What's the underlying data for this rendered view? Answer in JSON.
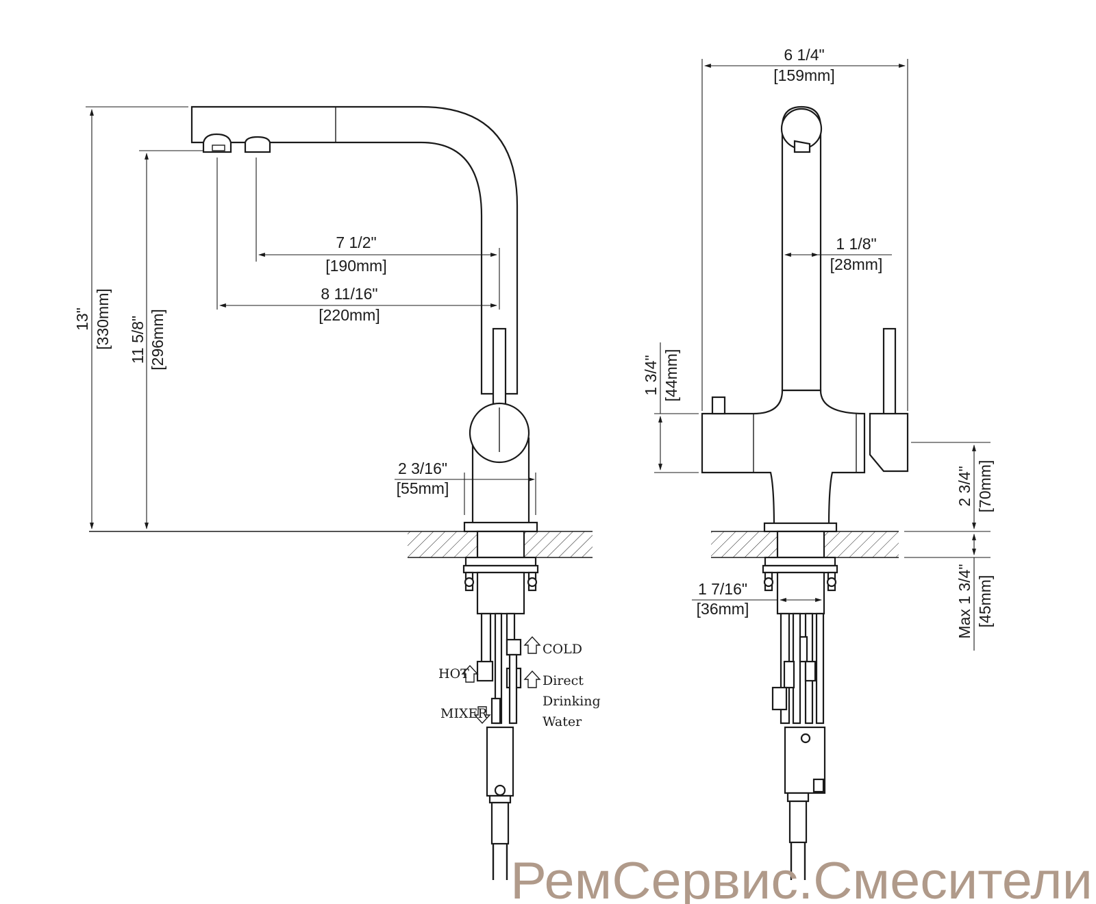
{
  "side_view": {
    "dim_height": {
      "in": "13\"",
      "mm": "[330mm]"
    },
    "dim_outlet_height": {
      "in": "11 5/8\"",
      "mm": "[296mm]"
    },
    "dim_reach_1": {
      "in": "7 1/2\"",
      "mm": "[190mm]"
    },
    "dim_reach_2": {
      "in": "8 11/16\"",
      "mm": "[220mm]"
    },
    "dim_base": {
      "in": "2 3/16\"",
      "mm": "[55mm]"
    },
    "labels": {
      "cold": "COLD",
      "hot": "HOT",
      "direct_1": "Direct",
      "direct_2": "Drinking",
      "direct_3": "Water",
      "mixer": "MIXER"
    }
  },
  "front_view": {
    "dim_width": {
      "in": "6 1/4\"",
      "mm": "[159mm]"
    },
    "dim_spout": {
      "in": "1 1/8\"",
      "mm": "[28mm]"
    },
    "dim_body": {
      "in": "1 3/4\"",
      "mm": "[44mm]"
    },
    "dim_base_height": {
      "in": "2 3/4\"",
      "mm": "[70mm]"
    },
    "dim_shank": {
      "in": "1 7/16\"",
      "mm": "[36mm]"
    },
    "dim_deck": {
      "in": "Max 1 3/4\"",
      "mm": "[45mm]"
    }
  },
  "watermark": "РемСервис.Смесители"
}
